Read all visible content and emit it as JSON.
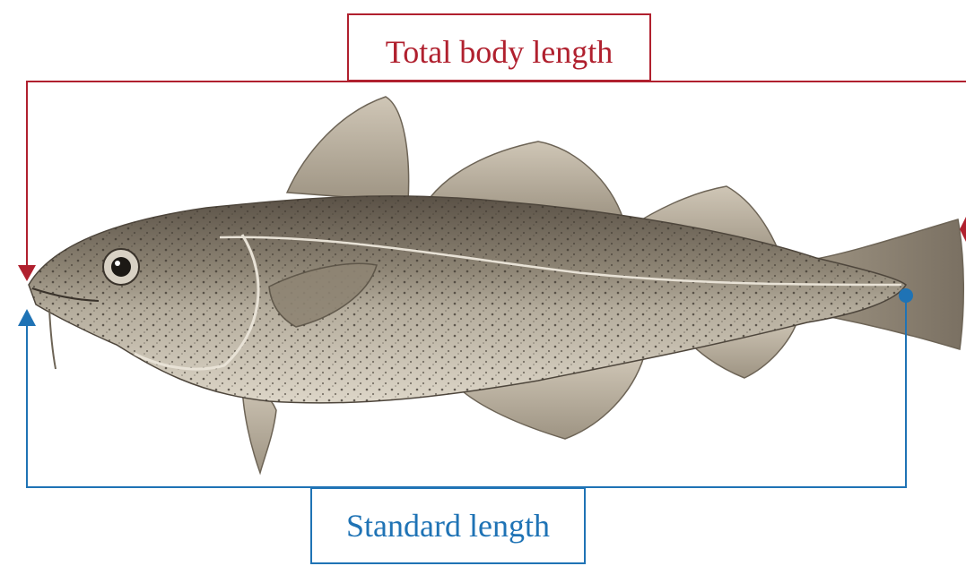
{
  "labels": {
    "total_body_length": "Total body length",
    "standard_length": "Standard length"
  },
  "colors": {
    "total_body_length": "#b0202e",
    "standard_length": "#1f73b5",
    "fish_body": "#a69c8a",
    "fish_back": "#5e554a",
    "fish_belly": "#d9d1c2",
    "fin": "#bdb3a3",
    "spots": "#3d372f"
  },
  "illustration": {
    "subject": "fish",
    "icon": "cod-fish-illustration"
  }
}
